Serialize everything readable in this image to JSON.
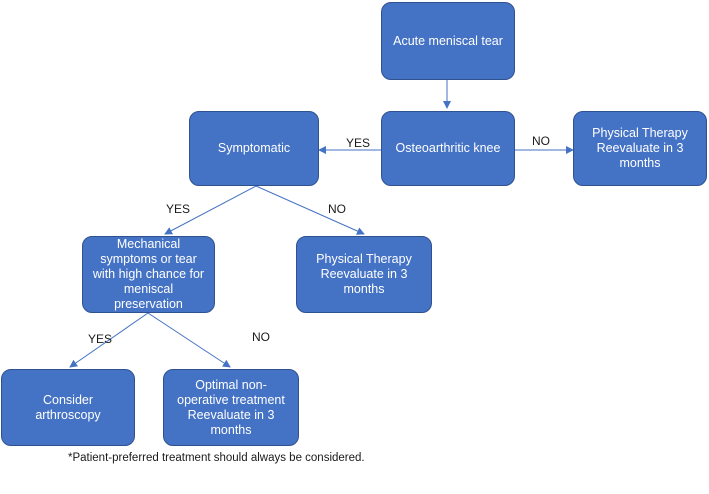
{
  "colors": {
    "node_fill": "#4472c4",
    "node_border": "#2f528f",
    "node_text": "#ffffff",
    "edge": "#4472c4"
  },
  "nodes": {
    "acute": "Acute meniscal tear",
    "oa": "Osteoarthritic knee",
    "pt_top": "Physical Therapy Reevaluate in 3 months",
    "symptomatic": "Symptomatic",
    "mechanical": "Mechanical symptoms or tear with high chance for meniscal preservation",
    "pt_mid": "Physical Therapy Reevaluate in 3 months",
    "arthroscopy": "Consider arthroscopy",
    "nonop": "Optimal non-operative treatment Reevaluate in 3 months"
  },
  "edge_labels": {
    "oa_yes": "YES",
    "oa_no": "NO",
    "symp_yes": "YES",
    "symp_no": "NO",
    "mech_yes": "YES",
    "mech_no": "NO"
  },
  "footnote": "*Patient-preferred treatment should always be considered."
}
